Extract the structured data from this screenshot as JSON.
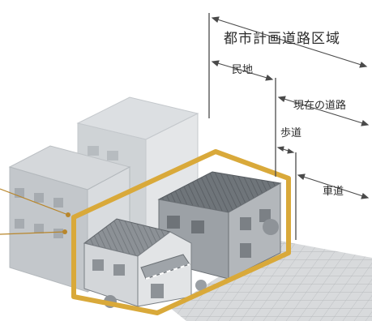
{
  "labels": {
    "urban_planning_road_area": "都市計画道路区域",
    "private_land": "民地",
    "current_road": "現在の道路",
    "sidewalk": "歩道",
    "roadway": "車道"
  },
  "colors": {
    "highlight_outline": "#d9a93a",
    "annotation_line": "#4a4a4a",
    "leader_line": "#b8862b",
    "building_gray": "#bfc3c7",
    "road_tile": "#cfd1d3"
  }
}
